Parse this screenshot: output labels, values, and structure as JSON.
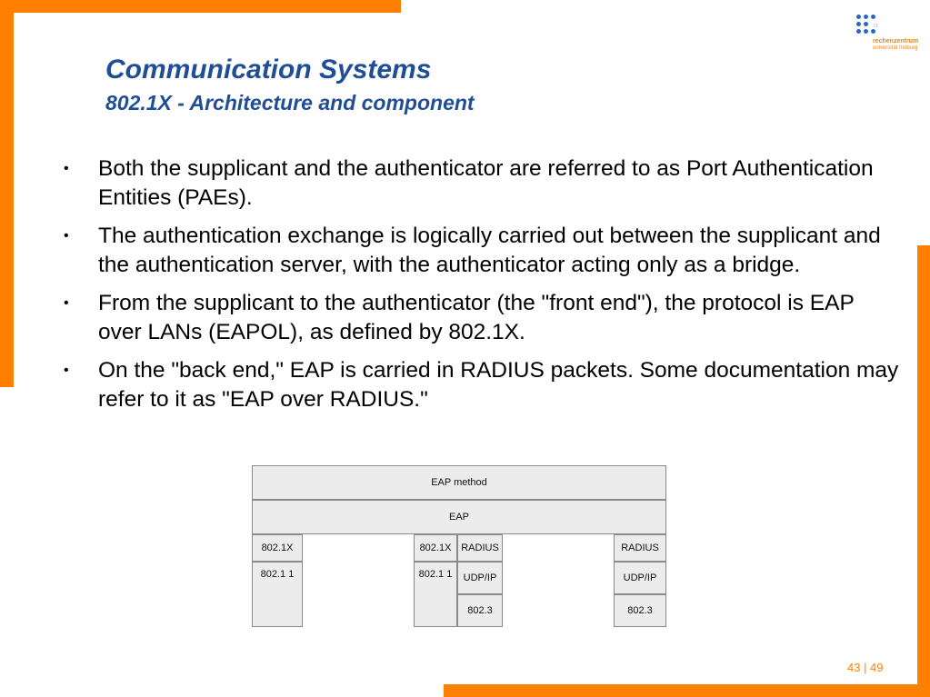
{
  "slide": {
    "title": "Communication Systems",
    "subtitle": "802.1X - Architecture and component",
    "page_number": "43 | 49",
    "accent_color": "#ff8000",
    "title_color": "#1f4e96"
  },
  "logo": {
    "abbrev": "rz",
    "line1": "rechenzentrum",
    "line2": "universität freiburg"
  },
  "bullets": [
    "Both the supplicant and the authenticator are referred to as Port Authentication Entities (PAEs).",
    "The authentication exchange is logically carried out between the supplicant and the authentication server, with the authenticator acting only as a bridge.",
    "From the supplicant to the authenticator (the \"front end\"), the protocol is EAP over LANs (EAPOL), as defined by 802.1X.",
    "On the \"back end,\" EAP is carried in RADIUS packets. Some documentation may refer to it as \"EAP over RADIUS.\""
  ],
  "bullet_marker": "•",
  "diagram": {
    "eap_method": "EAP method",
    "eap": "EAP",
    "supplicant": {
      "top": "802.1X",
      "bottom": "802.1 1"
    },
    "authenticator": {
      "left_top": "802.1X",
      "left_bottom": "802.1 1",
      "right_top": "RADIUS",
      "right_mid": "UDP/IP",
      "right_bottom": "802.3"
    },
    "server": {
      "top": "RADIUS",
      "mid": "UDP/IP",
      "bottom": "802.3"
    }
  }
}
